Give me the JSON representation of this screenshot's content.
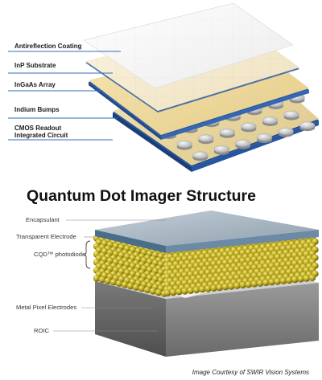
{
  "top_diagram": {
    "labels": [
      "Antireflection Coating",
      "InP Substrate",
      "InGaAs Array",
      "Indium Bumps",
      "CMOS Readout",
      "Integrated Circuit"
    ]
  },
  "bottom_diagram": {
    "title": "Quantum Dot Imager Structure",
    "labels": {
      "encapsulant": "Encapsulant",
      "transparent_electrode": "Transparent Electrode",
      "cqd_photodiode": "CQD™ photodiode",
      "metal_pixel_electrodes": "Metal Pixel Electrodes",
      "roic": "ROIC"
    }
  },
  "credit": "Image Courtesy of SWIR Vision Systems",
  "colors": {
    "leader_line": "#2f6eb5",
    "substrate_blue": "#2a5aa5",
    "inp_cream": "#f4e9cc",
    "quantum_dot_gold": "#c9b413",
    "roic_gray": "#8e8e8e"
  }
}
